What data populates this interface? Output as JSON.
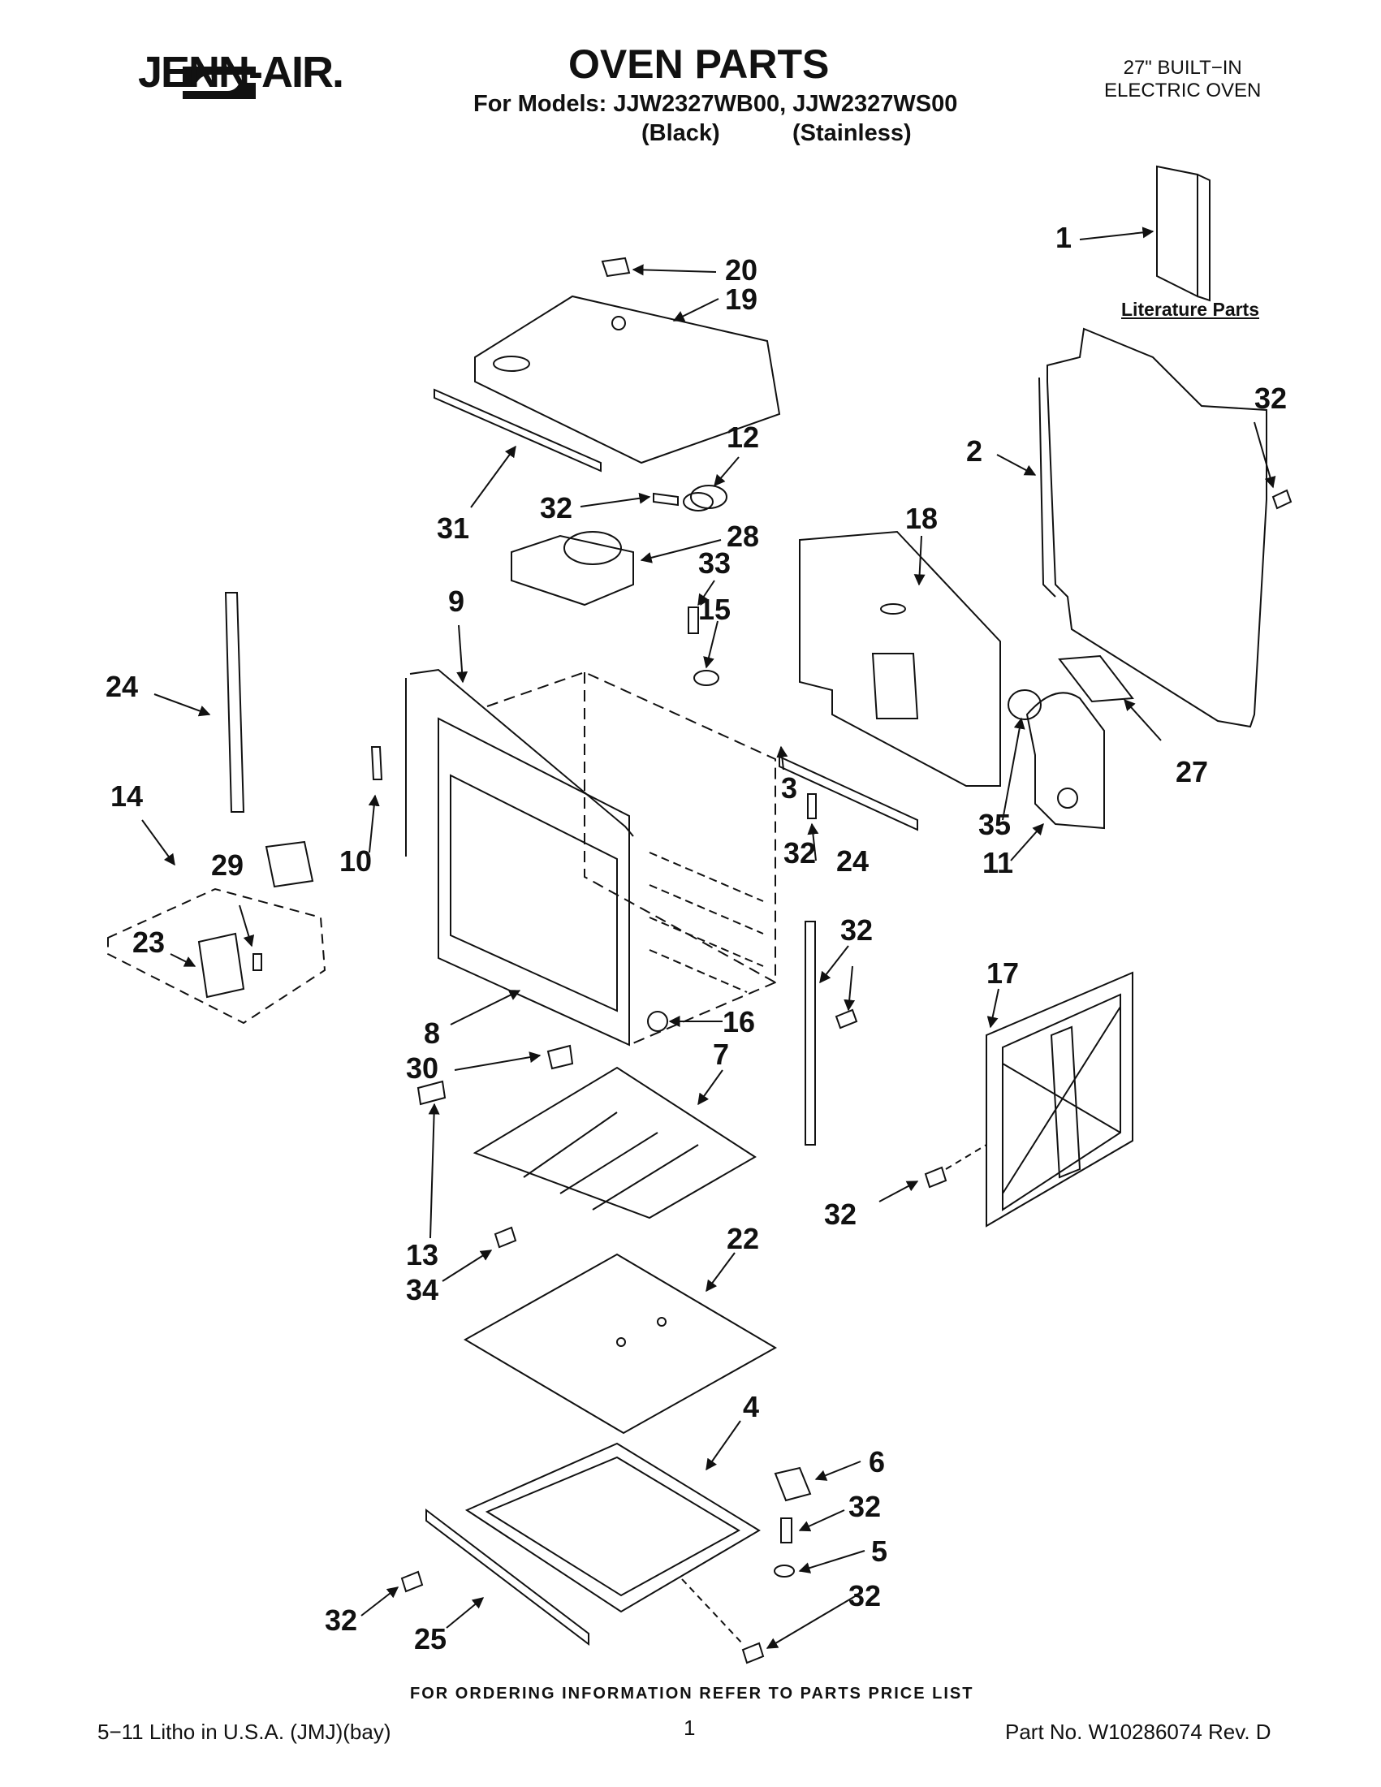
{
  "header": {
    "brand": "JENN-AIR.",
    "title": "OVEN PARTS",
    "models_line": "For Models: JJW2327WB00, JJW2327WS00",
    "variant_black": "(Black)",
    "variant_stainless": "(Stainless)",
    "subtitle_line1": "27\" BUILT−IN",
    "subtitle_line2": "ELECTRIC OVEN"
  },
  "literature_label": "Literature Parts",
  "callouts": {
    "c1": "1",
    "c2": "2",
    "c3": "3",
    "c4": "4",
    "c5": "5",
    "c6": "6",
    "c7": "7",
    "c8": "8",
    "c9": "9",
    "c10": "10",
    "c11": "11",
    "c12": "12",
    "c13": "13",
    "c14": "14",
    "c15": "15",
    "c16": "16",
    "c17": "17",
    "c18": "18",
    "c19": "19",
    "c20": "20",
    "c22": "22",
    "c23": "23",
    "c24": "24",
    "c25": "25",
    "c27": "27",
    "c28": "28",
    "c29": "29",
    "c30": "30",
    "c31": "31",
    "c32": "32",
    "c33": "33",
    "c34": "34",
    "c35": "35"
  },
  "footer": {
    "ordering": "FOR ORDERING INFORMATION REFER TO PARTS PRICE LIST",
    "litho": "5−11 Litho in U.S.A. (JMJ)(bay)",
    "page": "1",
    "part_no": "Part No. W10286074 Rev. D"
  }
}
